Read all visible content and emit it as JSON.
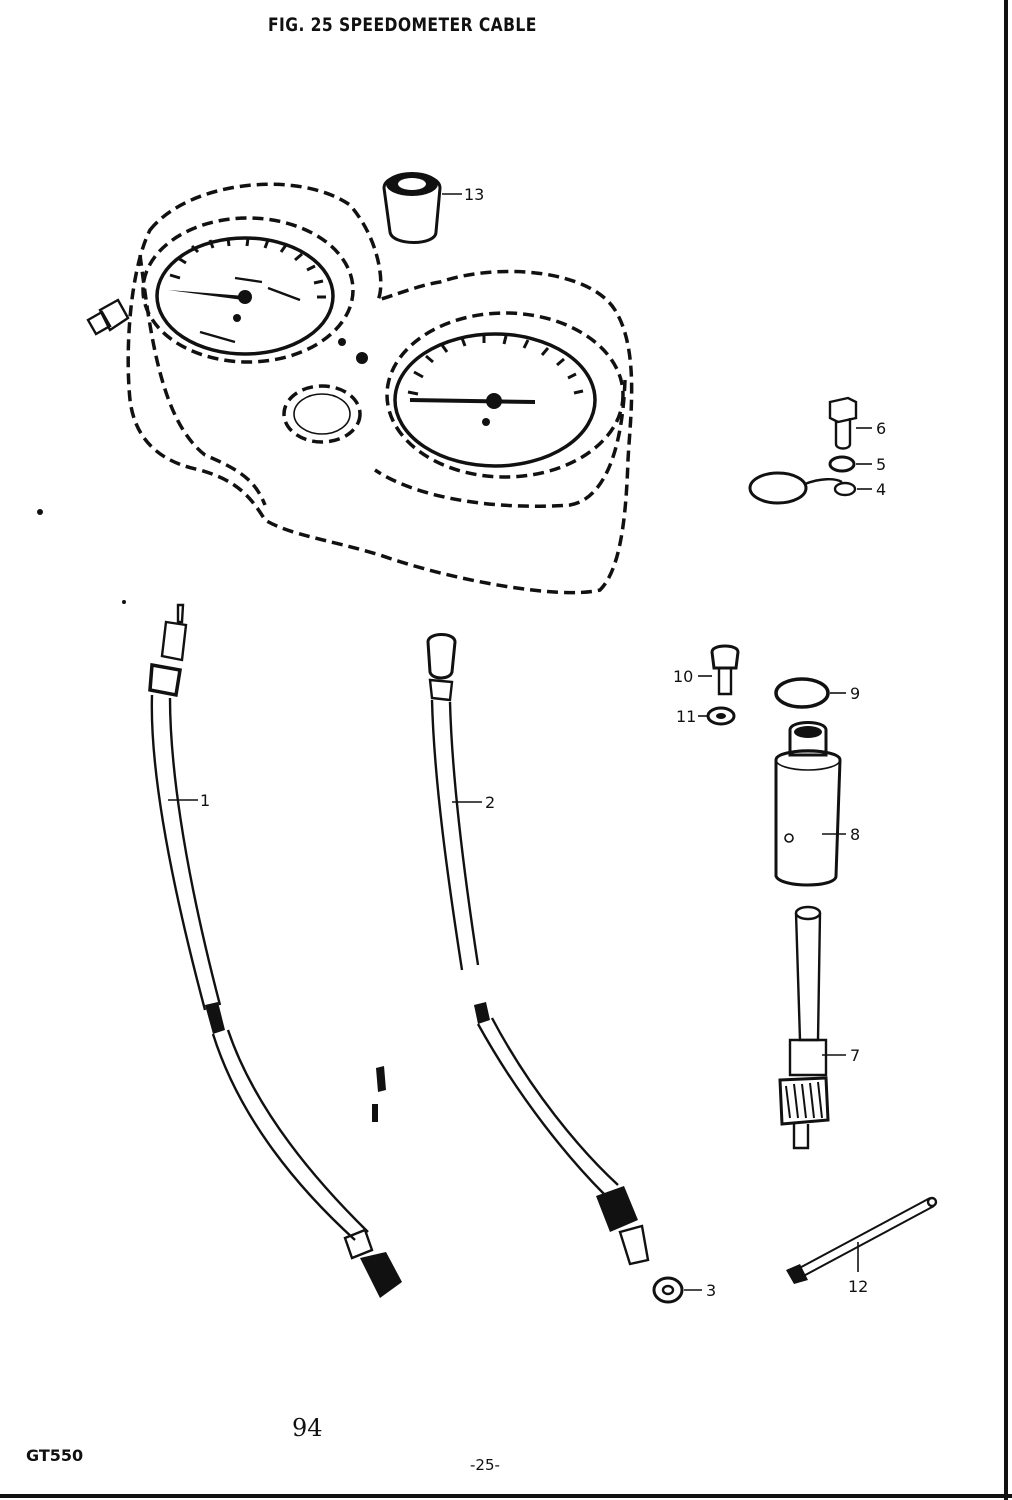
{
  "header": {
    "title": "FIG. 25  SPEEDOMETER CABLE"
  },
  "footer": {
    "model": "GT550",
    "handwritten_number": "94",
    "page_number": "-25-"
  },
  "callouts": [
    {
      "label": "1"
    },
    {
      "label": "2"
    },
    {
      "label": "3"
    },
    {
      "label": "4"
    },
    {
      "label": "5"
    },
    {
      "label": "6"
    },
    {
      "label": "7"
    },
    {
      "label": "8"
    },
    {
      "label": "9"
    },
    {
      "label": "10"
    },
    {
      "label": "11"
    },
    {
      "label": "12"
    },
    {
      "label": "13"
    }
  ],
  "colors": {
    "ink": "#111111",
    "paper": "#ffffff"
  }
}
